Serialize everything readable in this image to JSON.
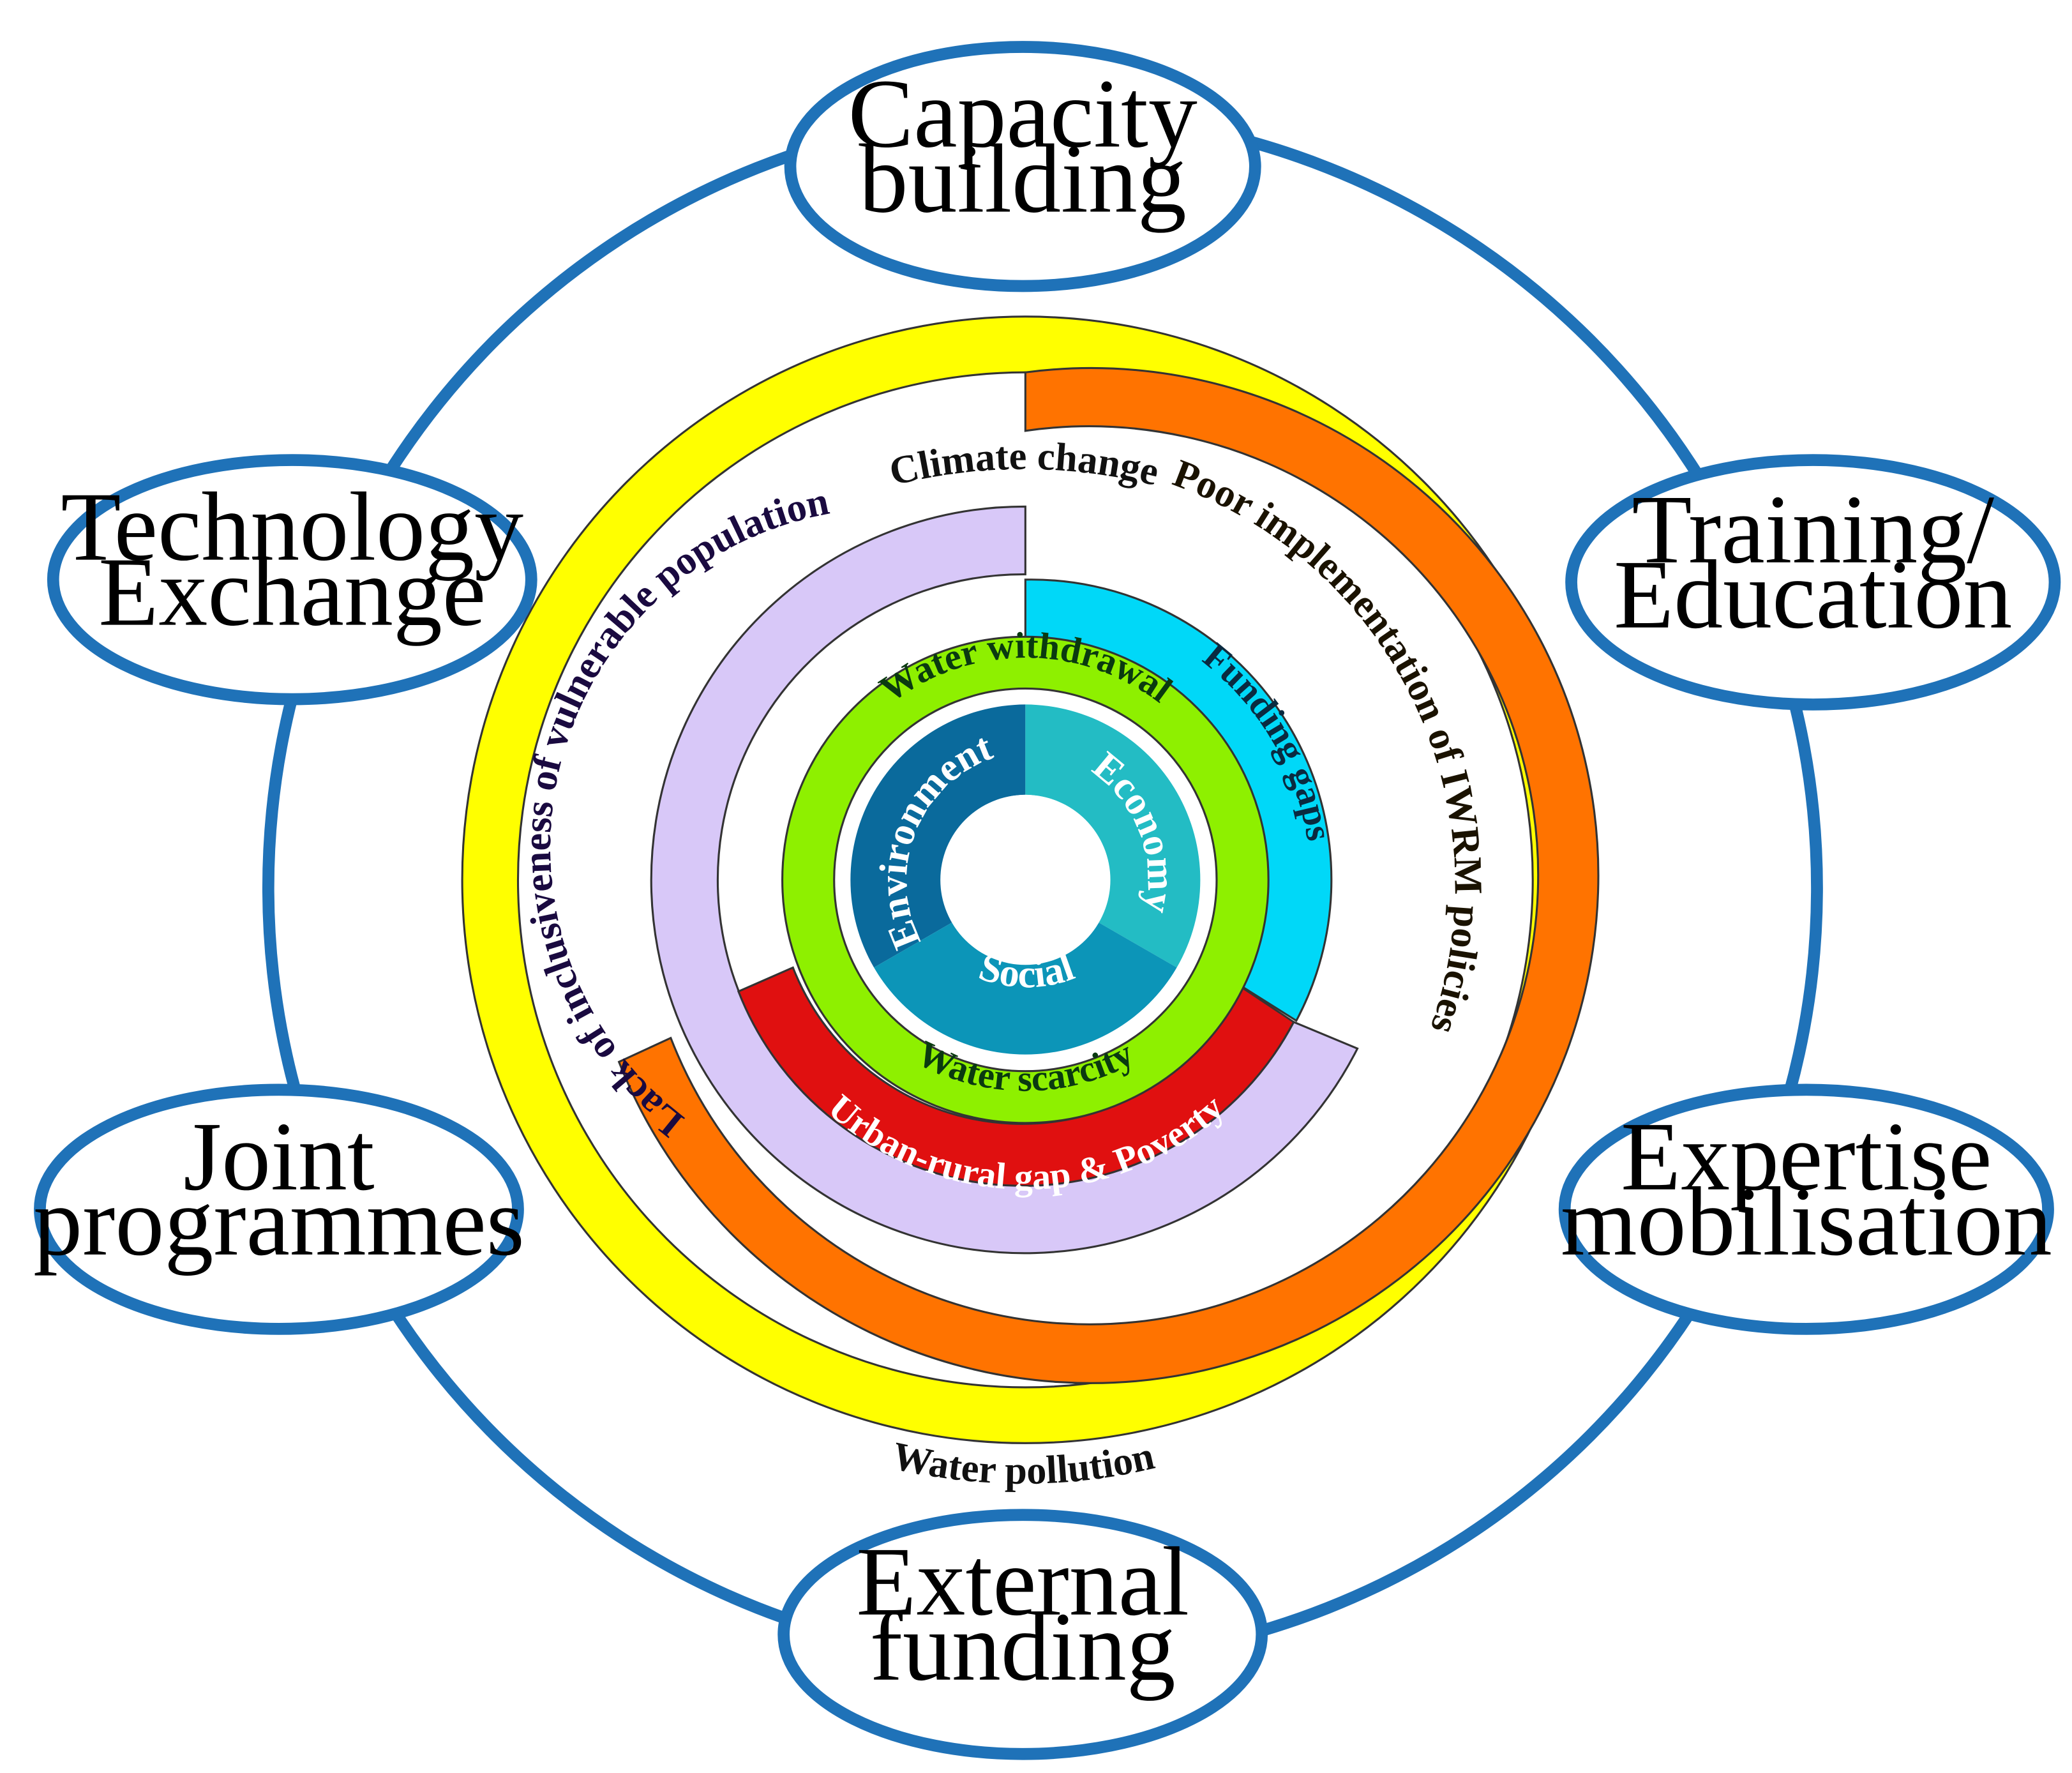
{
  "outer_nodes": [
    {
      "line1": "Capacity",
      "line2": "building"
    },
    {
      "line1": "Training/",
      "line2": "Education"
    },
    {
      "line1": "Expertise",
      "line2": "mobilisation"
    },
    {
      "line1": "External",
      "line2": "funding"
    },
    {
      "line1": "Joint",
      "line2": "programmes"
    },
    {
      "line1": "Technology",
      "line2": "Exchange"
    }
  ],
  "rings": {
    "climate_change": "Climate change",
    "water_pollution": "Water pollution",
    "poor_implementation": "Poor implementation of IWRM policies",
    "lack_inclusiveness": "Lack of inclusiveness of vulnerable population",
    "funding_gaps": "Funding gaps",
    "urban_rural": "Urban-rural gap & Poverty",
    "water_withdrawal": "Water withdrawal",
    "water_scarcity": "Water scarcity"
  },
  "core": {
    "environment": "Environment",
    "economy": "Economy",
    "social": "Social"
  },
  "colors": {
    "cycle_blue": "#1f72b8",
    "yellow": "#ffff00",
    "orange": "#ff7300",
    "lavender": "#d8c8f8",
    "cyan": "#00d8f8",
    "red": "#e01010",
    "green": "#8ef000",
    "environment": "#0a6a9c",
    "economy": "#23bcc4",
    "social": "#0c95b8",
    "dark_green_text": "#0a3a10"
  }
}
